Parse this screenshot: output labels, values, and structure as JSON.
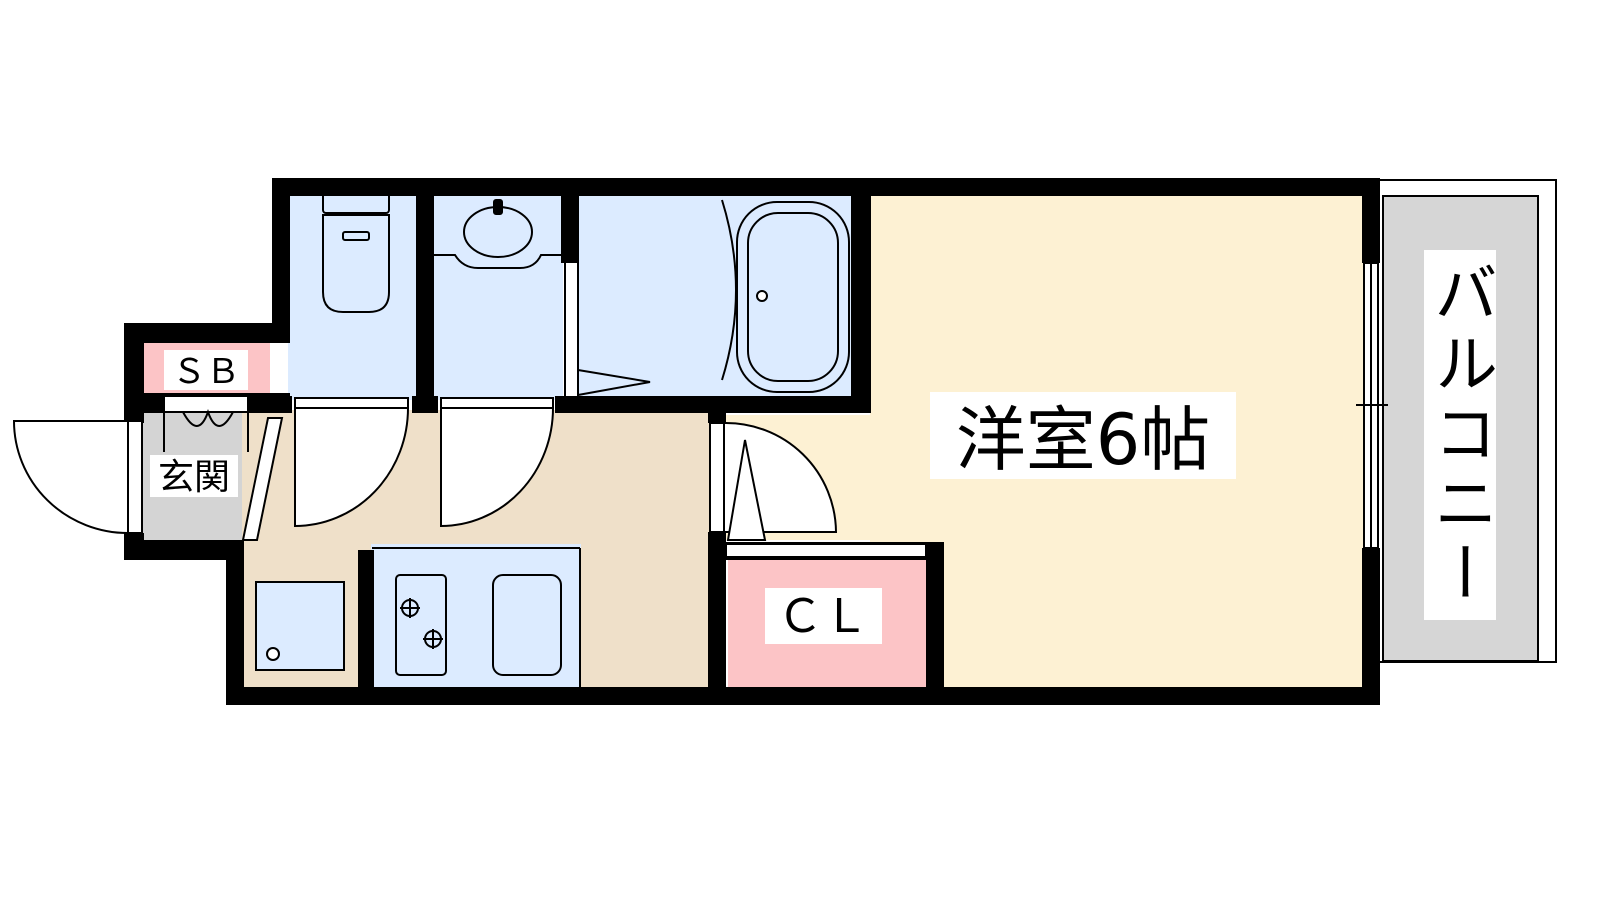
{
  "rooms": {
    "western_room": "洋室6帖",
    "balcony": "バルコニー",
    "closet": "ＣＬ",
    "shoe_box": "ＳＢ",
    "entrance": "玄関"
  },
  "colors": {
    "wall": "#000000",
    "western_room_floor": "#fdf1d3",
    "kitchen_floor": "#efe0c9",
    "wet_area": "#dcebff",
    "storage": "#fcc4c6",
    "entrance_floor": "#d4d4d4",
    "balcony": "#d6d6d6"
  },
  "icons": [
    "toilet-icon",
    "washbasin-icon",
    "bathtub-icon",
    "stove-icon",
    "sink-icon",
    "washer-pan-icon",
    "door-swing-icon"
  ]
}
